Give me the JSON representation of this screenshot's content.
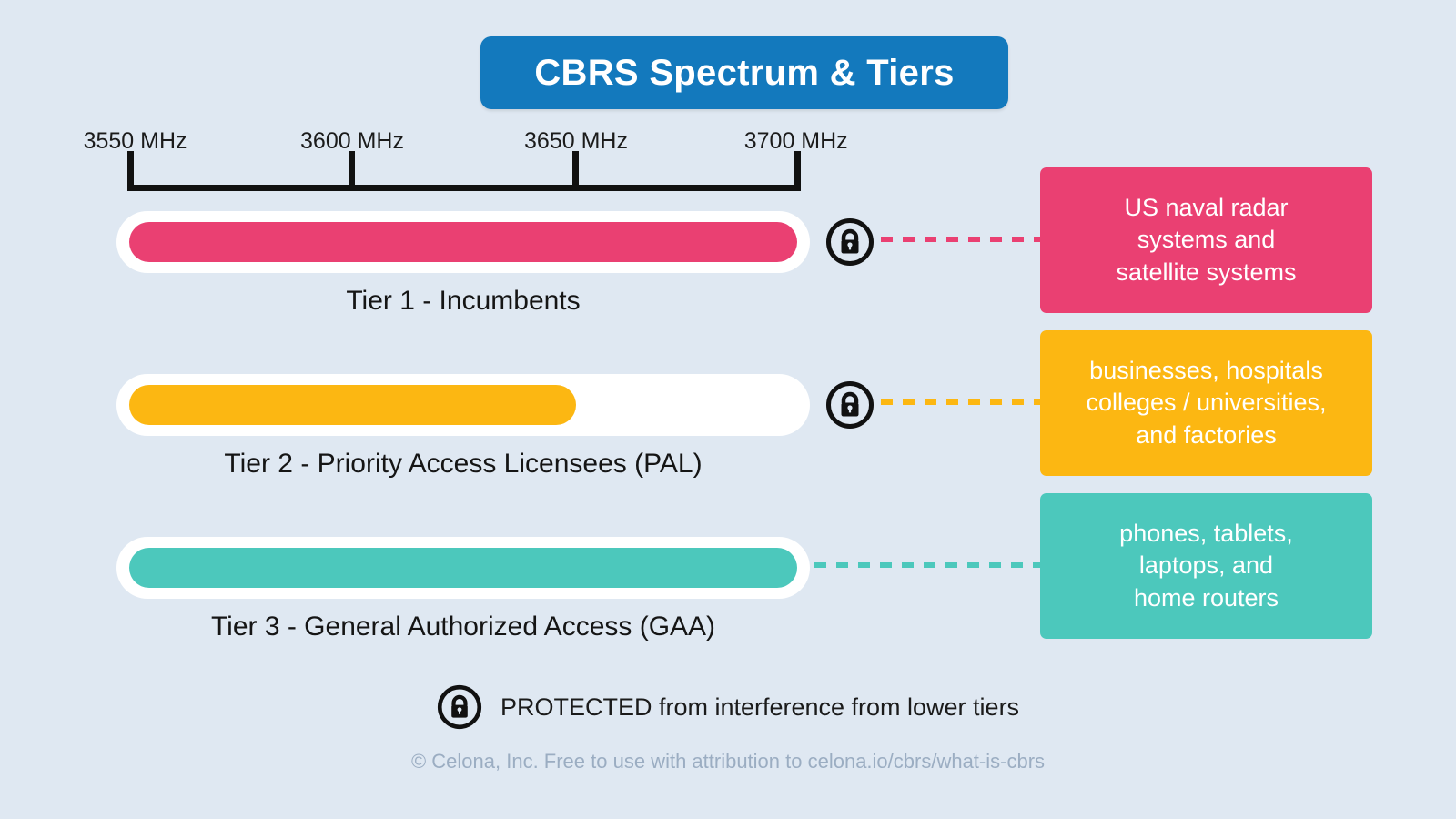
{
  "header": {
    "title": "CBRS Spectrum & Tiers",
    "badge_color": "#1379bd",
    "title_color": "#ffffff"
  },
  "background_color": "#dfe8f2",
  "axis": {
    "unit": "MHz",
    "range_start": 3550,
    "range_end": 3700,
    "ticks": [
      {
        "label": "3550 MHz",
        "value": 3550,
        "position_pct": 0
      },
      {
        "label": "3600 MHz",
        "value": 3600,
        "position_pct": 33.3
      },
      {
        "label": "3650 MHz",
        "value": 3650,
        "position_pct": 66.6
      },
      {
        "label": "3700 MHz",
        "value": 3700,
        "position_pct": 100
      }
    ],
    "line_color": "#111111"
  },
  "tiers": [
    {
      "id": "tier-1",
      "caption": "Tier 1 - Incumbents",
      "bar_color": "#ea4072",
      "fill_pct": 100,
      "band_start": 3550,
      "band_end": 3700,
      "protected": true,
      "lock_icon": "lock-icon",
      "connector_color": "#ea4072",
      "callout": {
        "text": "US naval radar\nsystems and\nsatellite systems",
        "background_color": "#ea4072",
        "text_color": "#ffffff"
      }
    },
    {
      "id": "tier-2",
      "caption": "Tier 2 - Priority Access Licensees (PAL)",
      "bar_color": "#fcb712",
      "fill_pct": 66.6,
      "band_start": 3550,
      "band_end": 3650,
      "protected": true,
      "lock_icon": "lock-icon",
      "connector_color": "#fcb712",
      "callout": {
        "text": "businesses, hospitals\ncolleges / universities,\nand factories",
        "background_color": "#fcb712",
        "text_color": "#ffffff"
      }
    },
    {
      "id": "tier-3",
      "caption": "Tier 3 - General Authorized Access (GAA)",
      "bar_color": "#4cc8bc",
      "fill_pct": 100,
      "band_start": 3550,
      "band_end": 3700,
      "protected": false,
      "lock_icon": null,
      "connector_color": "#4cc8bc",
      "callout": {
        "text": "phones, tablets,\nlaptops, and\nhome routers",
        "background_color": "#4cc8bc",
        "text_color": "#ffffff"
      }
    }
  ],
  "legend": {
    "icon": "lock-icon",
    "text": "PROTECTED from interference from lower tiers"
  },
  "footer": {
    "text": "© Celona, Inc. Free to use with attribution to celona.io/cbrs/what-is-cbrs"
  }
}
